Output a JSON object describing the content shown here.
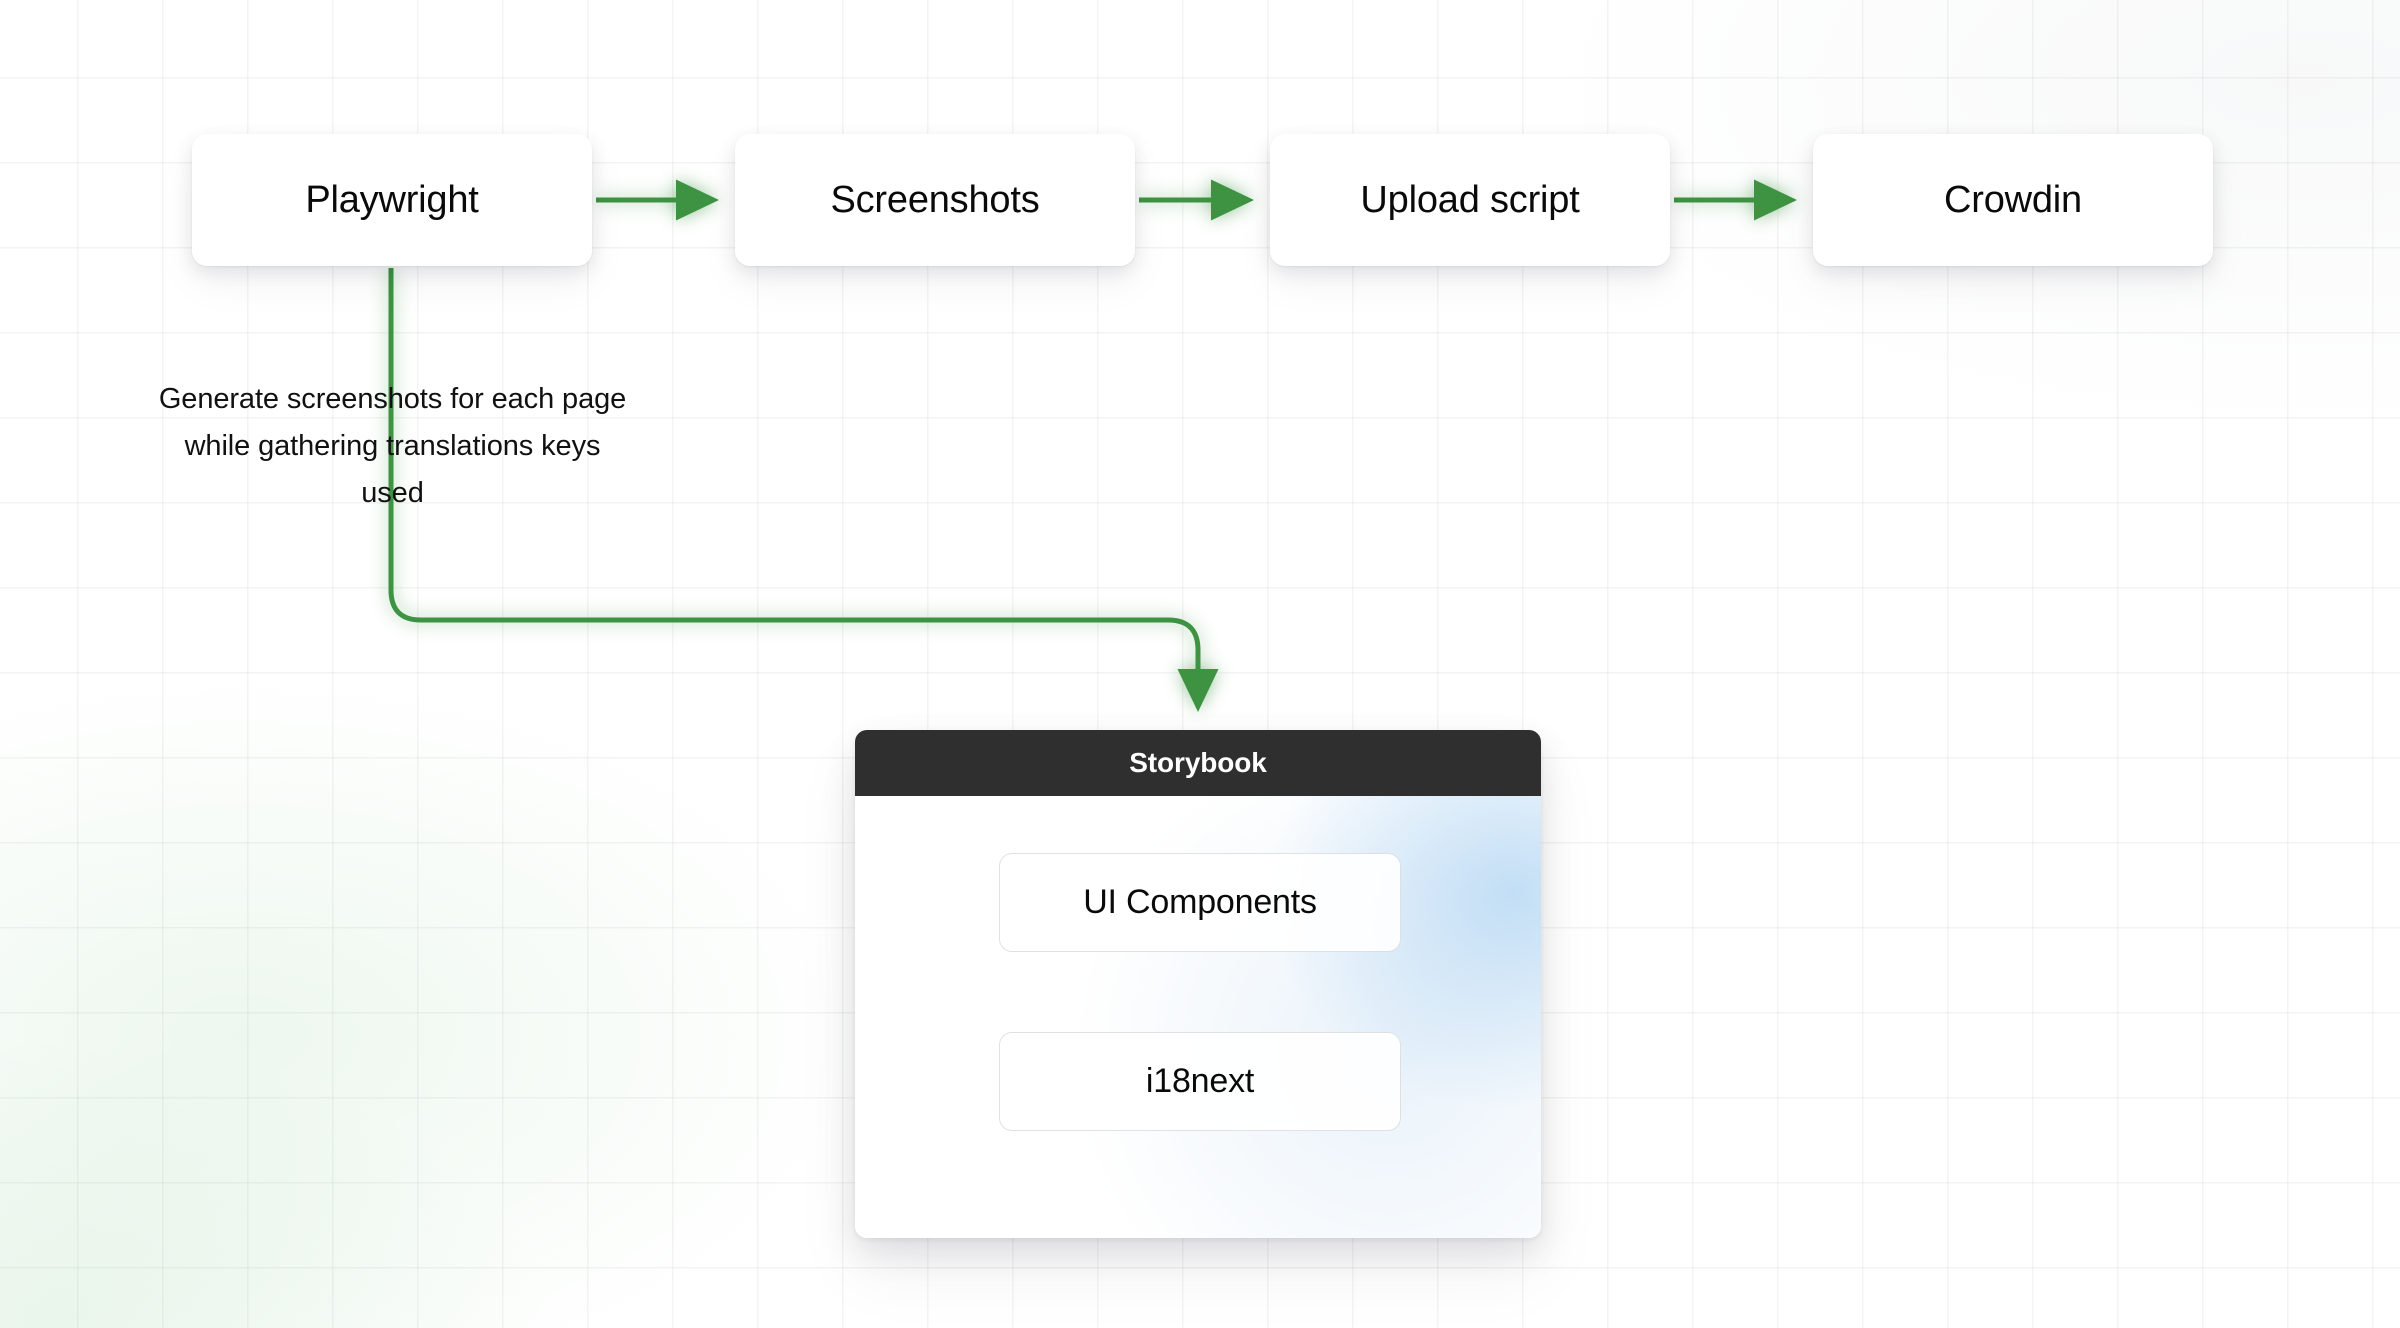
{
  "diagram": {
    "title": "Screenshot translation pipeline",
    "accent_color": "#3c9342",
    "accent_glow_color": "#8fd49a",
    "node_text_color": "#0a0a0a",
    "panel_header_bg": "#2f2f2f",
    "panel_header_text_color": "#ffffff",
    "background_color": "#ffffff"
  },
  "flow": {
    "nodes": [
      {
        "id": "playwright",
        "label": "Playwright"
      },
      {
        "id": "screenshots",
        "label": "Screenshots"
      },
      {
        "id": "upload",
        "label": "Upload script"
      },
      {
        "id": "crowdin",
        "label": "Crowdin"
      }
    ],
    "arrows": [
      {
        "from": "playwright",
        "to": "screenshots",
        "direction": "right"
      },
      {
        "from": "screenshots",
        "to": "upload",
        "direction": "right"
      },
      {
        "from": "upload",
        "to": "crowdin",
        "direction": "right"
      },
      {
        "from": "playwright",
        "to": "storybook",
        "direction": "down-right-elbow"
      }
    ],
    "annotation": "Generate screenshots for each page while gathering translations keys used"
  },
  "storybook": {
    "title": "Storybook",
    "nodes": [
      {
        "id": "ui-components",
        "label": "UI Components"
      },
      {
        "id": "i18next",
        "label": "i18next"
      }
    ],
    "arrows": [
      {
        "from": "ui-components",
        "to": "i18next",
        "direction": "down"
      }
    ]
  }
}
